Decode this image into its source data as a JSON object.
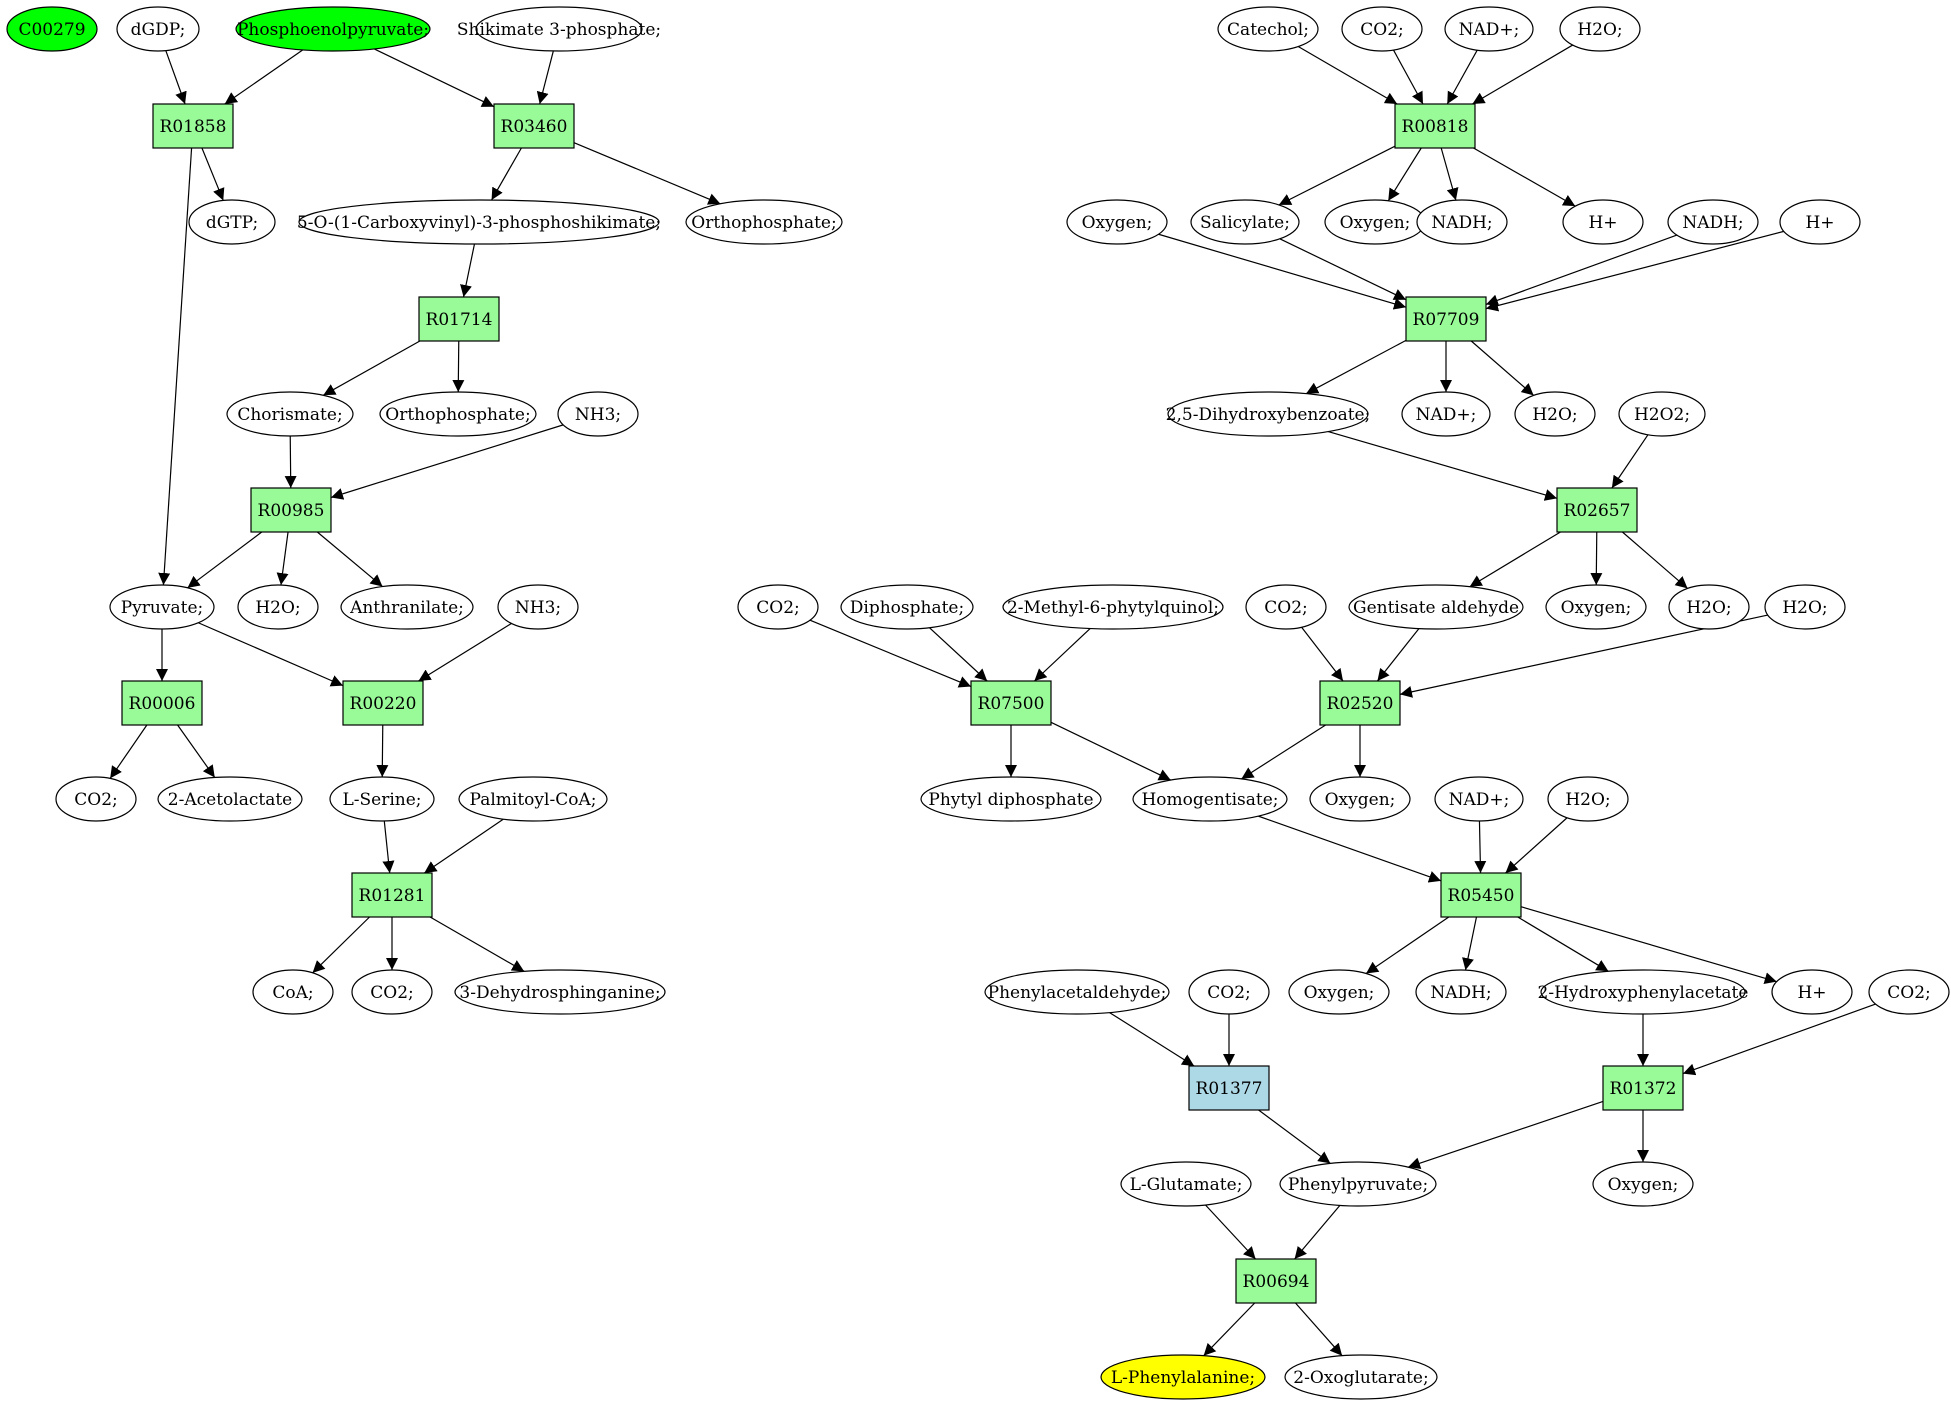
{
  "colors": {
    "reaction": "#98fb98",
    "reaction_highlight": "#add8e6",
    "source": "#00ff00",
    "target": "#ffff00",
    "compound": "#ffffff",
    "stroke": "#000000"
  },
  "nodes": [
    {
      "id": "c00279",
      "label": "C00279",
      "kind": "source"
    },
    {
      "id": "dgdp",
      "label": "dGDP;",
      "kind": "compound"
    },
    {
      "id": "pep",
      "label": "Phosphoenolpyruvate;",
      "kind": "source"
    },
    {
      "id": "shik",
      "label": "Shikimate 3-phosphate;",
      "kind": "compound"
    },
    {
      "id": "R01858",
      "label": "R01858",
      "kind": "reaction"
    },
    {
      "id": "R03460",
      "label": "R03460",
      "kind": "reaction"
    },
    {
      "id": "dgtp",
      "label": "dGTP;",
      "kind": "compound"
    },
    {
      "id": "ocvp",
      "label": "5-O-(1-Carboxyvinyl)-3-phosphoshikimate;",
      "kind": "compound"
    },
    {
      "id": "orthoA",
      "label": "Orthophosphate;",
      "kind": "compound"
    },
    {
      "id": "R01714",
      "label": "R01714",
      "kind": "reaction"
    },
    {
      "id": "chor",
      "label": "Chorismate;",
      "kind": "compound"
    },
    {
      "id": "orthoB",
      "label": "Orthophosphate;",
      "kind": "compound"
    },
    {
      "id": "nh3A",
      "label": "NH3;",
      "kind": "compound"
    },
    {
      "id": "R00985",
      "label": "R00985",
      "kind": "reaction"
    },
    {
      "id": "pyr",
      "label": "Pyruvate;",
      "kind": "compound"
    },
    {
      "id": "h2oA",
      "label": "H2O;",
      "kind": "compound"
    },
    {
      "id": "anth",
      "label": "Anthranilate;",
      "kind": "compound"
    },
    {
      "id": "nh3B",
      "label": "NH3;",
      "kind": "compound"
    },
    {
      "id": "R00006",
      "label": "R00006",
      "kind": "reaction"
    },
    {
      "id": "R00220",
      "label": "R00220",
      "kind": "reaction"
    },
    {
      "id": "co2A",
      "label": "CO2;",
      "kind": "compound"
    },
    {
      "id": "acet",
      "label": "2-Acetolactate",
      "kind": "compound"
    },
    {
      "id": "ser",
      "label": "L-Serine;",
      "kind": "compound"
    },
    {
      "id": "palm",
      "label": "Palmitoyl-CoA;",
      "kind": "compound"
    },
    {
      "id": "R01281",
      "label": "R01281",
      "kind": "reaction"
    },
    {
      "id": "coa",
      "label": "CoA;",
      "kind": "compound"
    },
    {
      "id": "co2B",
      "label": "CO2;",
      "kind": "compound"
    },
    {
      "id": "dhs",
      "label": "3-Dehydrosphinganine;",
      "kind": "compound"
    },
    {
      "id": "cat",
      "label": "Catechol;",
      "kind": "compound"
    },
    {
      "id": "co2C",
      "label": "CO2;",
      "kind": "compound"
    },
    {
      "id": "nadA",
      "label": "NAD+;",
      "kind": "compound"
    },
    {
      "id": "h2oB",
      "label": "H2O;",
      "kind": "compound"
    },
    {
      "id": "R00818",
      "label": "R00818",
      "kind": "reaction"
    },
    {
      "id": "oxyA",
      "label": "Oxygen;",
      "kind": "compound"
    },
    {
      "id": "sal",
      "label": "Salicylate;",
      "kind": "compound"
    },
    {
      "id": "oxyB",
      "label": "Oxygen;",
      "kind": "compound"
    },
    {
      "id": "nadhA",
      "label": "NADH;",
      "kind": "compound"
    },
    {
      "id": "hA",
      "label": "H+",
      "kind": "compound"
    },
    {
      "id": "nadhB",
      "label": "NADH;",
      "kind": "compound"
    },
    {
      "id": "hB",
      "label": "H+",
      "kind": "compound"
    },
    {
      "id": "R07709",
      "label": "R07709",
      "kind": "reaction"
    },
    {
      "id": "dhb",
      "label": "2,5-Dihydroxybenzoate;",
      "kind": "compound"
    },
    {
      "id": "nadB",
      "label": "NAD+;",
      "kind": "compound"
    },
    {
      "id": "h2oC",
      "label": "H2O;",
      "kind": "compound"
    },
    {
      "id": "h2o2",
      "label": "H2O2;",
      "kind": "compound"
    },
    {
      "id": "R02657",
      "label": "R02657",
      "kind": "reaction"
    },
    {
      "id": "co2D",
      "label": "CO2;",
      "kind": "compound"
    },
    {
      "id": "diph",
      "label": "Diphosphate;",
      "kind": "compound"
    },
    {
      "id": "mpq",
      "label": "2-Methyl-6-phytylquinol;",
      "kind": "compound"
    },
    {
      "id": "co2E",
      "label": "CO2;",
      "kind": "compound"
    },
    {
      "id": "gald",
      "label": "Gentisate aldehyde",
      "kind": "compound"
    },
    {
      "id": "oxyC",
      "label": "Oxygen;",
      "kind": "compound"
    },
    {
      "id": "h2oD",
      "label": "H2O;",
      "kind": "compound"
    },
    {
      "id": "h2oE",
      "label": "H2O;",
      "kind": "compound"
    },
    {
      "id": "R07500",
      "label": "R07500",
      "kind": "reaction"
    },
    {
      "id": "R02520",
      "label": "R02520",
      "kind": "reaction"
    },
    {
      "id": "phdp",
      "label": "Phytyl diphosphate",
      "kind": "compound"
    },
    {
      "id": "homo",
      "label": "Homogentisate;",
      "kind": "compound"
    },
    {
      "id": "oxyD",
      "label": "Oxygen;",
      "kind": "compound"
    },
    {
      "id": "nadC",
      "label": "NAD+;",
      "kind": "compound"
    },
    {
      "id": "h2oF",
      "label": "H2O;",
      "kind": "compound"
    },
    {
      "id": "R05450",
      "label": "R05450",
      "kind": "reaction"
    },
    {
      "id": "phald",
      "label": "Phenylacetaldehyde;",
      "kind": "compound"
    },
    {
      "id": "co2F",
      "label": "CO2;",
      "kind": "compound"
    },
    {
      "id": "oxyE",
      "label": "Oxygen;",
      "kind": "compound"
    },
    {
      "id": "nadhC",
      "label": "NADH;",
      "kind": "compound"
    },
    {
      "id": "hpa",
      "label": "2-Hydroxyphenylacetate",
      "kind": "compound"
    },
    {
      "id": "hC",
      "label": "H+",
      "kind": "compound"
    },
    {
      "id": "co2G",
      "label": "CO2;",
      "kind": "compound"
    },
    {
      "id": "R01377",
      "label": "R01377",
      "kind": "reaction_highlight"
    },
    {
      "id": "R01372",
      "label": "R01372",
      "kind": "reaction"
    },
    {
      "id": "glu",
      "label": "L-Glutamate;",
      "kind": "compound"
    },
    {
      "id": "phpyr",
      "label": "Phenylpyruvate;",
      "kind": "compound"
    },
    {
      "id": "oxyF",
      "label": "Oxygen;",
      "kind": "compound"
    },
    {
      "id": "R00694",
      "label": "R00694",
      "kind": "reaction"
    },
    {
      "id": "phe",
      "label": "L-Phenylalanine;",
      "kind": "target"
    },
    {
      "id": "oxog",
      "label": "2-Oxoglutarate;",
      "kind": "compound"
    }
  ],
  "edges": [
    {
      "from": "dgdp",
      "to": "R01858"
    },
    {
      "from": "pep",
      "to": "R01858"
    },
    {
      "from": "pep",
      "to": "R03460"
    },
    {
      "from": "shik",
      "to": "R03460"
    },
    {
      "from": "R01858",
      "to": "dgtp"
    },
    {
      "from": "R01858",
      "to": "pyr"
    },
    {
      "from": "R03460",
      "to": "ocvp"
    },
    {
      "from": "R03460",
      "to": "orthoA"
    },
    {
      "from": "ocvp",
      "to": "R01714"
    },
    {
      "from": "R01714",
      "to": "chor"
    },
    {
      "from": "R01714",
      "to": "orthoB"
    },
    {
      "from": "chor",
      "to": "R00985"
    },
    {
      "from": "nh3A",
      "to": "R00985"
    },
    {
      "from": "R00985",
      "to": "pyr"
    },
    {
      "from": "R00985",
      "to": "h2oA"
    },
    {
      "from": "R00985",
      "to": "anth"
    },
    {
      "from": "pyr",
      "to": "R00006"
    },
    {
      "from": "pyr",
      "to": "R00220"
    },
    {
      "from": "nh3B",
      "to": "R00220"
    },
    {
      "from": "R00006",
      "to": "co2A"
    },
    {
      "from": "R00006",
      "to": "acet"
    },
    {
      "from": "R00220",
      "to": "ser"
    },
    {
      "from": "ser",
      "to": "R01281"
    },
    {
      "from": "palm",
      "to": "R01281"
    },
    {
      "from": "R01281",
      "to": "coa"
    },
    {
      "from": "R01281",
      "to": "co2B"
    },
    {
      "from": "R01281",
      "to": "dhs"
    },
    {
      "from": "cat",
      "to": "R00818"
    },
    {
      "from": "co2C",
      "to": "R00818"
    },
    {
      "from": "nadA",
      "to": "R00818"
    },
    {
      "from": "h2oB",
      "to": "R00818"
    },
    {
      "from": "R00818",
      "to": "sal"
    },
    {
      "from": "R00818",
      "to": "oxyB"
    },
    {
      "from": "R00818",
      "to": "nadhA"
    },
    {
      "from": "R00818",
      "to": "hA"
    },
    {
      "from": "oxyA",
      "to": "R07709"
    },
    {
      "from": "sal",
      "to": "R07709"
    },
    {
      "from": "nadhB",
      "to": "R07709"
    },
    {
      "from": "hB",
      "to": "R07709"
    },
    {
      "from": "R07709",
      "to": "dhb"
    },
    {
      "from": "R07709",
      "to": "nadB"
    },
    {
      "from": "R07709",
      "to": "h2oC"
    },
    {
      "from": "dhb",
      "to": "R02657"
    },
    {
      "from": "h2o2",
      "to": "R02657"
    },
    {
      "from": "R02657",
      "to": "gald"
    },
    {
      "from": "R02657",
      "to": "oxyC"
    },
    {
      "from": "R02657",
      "to": "h2oD"
    },
    {
      "from": "co2D",
      "to": "R07500"
    },
    {
      "from": "diph",
      "to": "R07500"
    },
    {
      "from": "mpq",
      "to": "R07500"
    },
    {
      "from": "co2E",
      "to": "R02520"
    },
    {
      "from": "gald",
      "to": "R02520"
    },
    {
      "from": "h2oE",
      "to": "R02520"
    },
    {
      "from": "R07500",
      "to": "phdp"
    },
    {
      "from": "R07500",
      "to": "homo"
    },
    {
      "from": "R02520",
      "to": "homo"
    },
    {
      "from": "R02520",
      "to": "oxyD"
    },
    {
      "from": "homo",
      "to": "R05450"
    },
    {
      "from": "nadC",
      "to": "R05450"
    },
    {
      "from": "h2oF",
      "to": "R05450"
    },
    {
      "from": "R05450",
      "to": "oxyE"
    },
    {
      "from": "R05450",
      "to": "nadhC"
    },
    {
      "from": "R05450",
      "to": "hpa"
    },
    {
      "from": "R05450",
      "to": "hC"
    },
    {
      "from": "phald",
      "to": "R01377"
    },
    {
      "from": "co2F",
      "to": "R01377"
    },
    {
      "from": "hpa",
      "to": "R01372"
    },
    {
      "from": "co2G",
      "to": "R01372"
    },
    {
      "from": "R01377",
      "to": "phpyr"
    },
    {
      "from": "R01372",
      "to": "phpyr"
    },
    {
      "from": "R01372",
      "to": "oxyF"
    },
    {
      "from": "glu",
      "to": "R00694"
    },
    {
      "from": "phpyr",
      "to": "R00694"
    },
    {
      "from": "R00694",
      "to": "phe"
    },
    {
      "from": "R00694",
      "to": "oxog"
    }
  ]
}
